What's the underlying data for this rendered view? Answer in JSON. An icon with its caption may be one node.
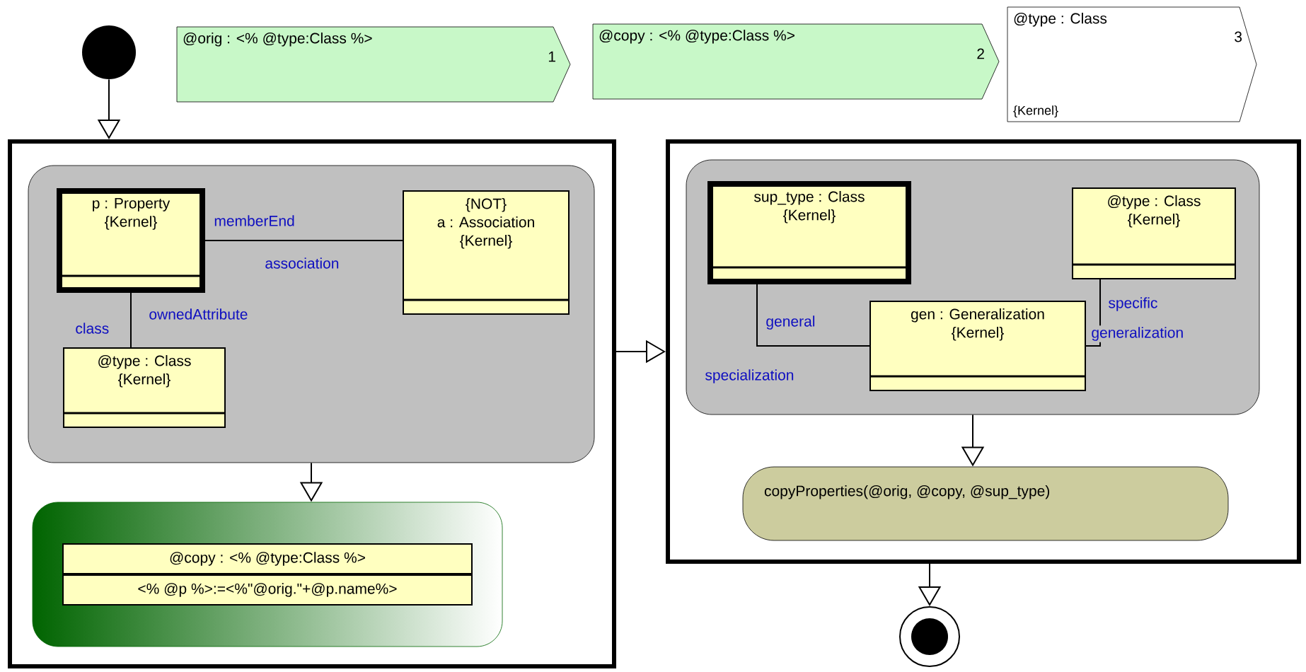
{
  "diagram": {
    "nodes": [
      {
        "text": [],
        "shape": "circle"
      },
      {
        "text": [
          "@orig : <% @type:Class %>",
          "1"
        ]
      },
      {
        "text": [
          "@copy : <% @type:Class %>",
          "2"
        ]
      },
      {
        "text": [
          "@type : Class",
          "3",
          "{Kernel}"
        ]
      },
      {
        "text": [],
        "shape": "box"
      },
      {
        "text": [],
        "shape": "box",
        "in": 4
      },
      {
        "text": [
          "p : Property",
          "{Kernel}"
        ],
        "in": 5
      },
      {
        "text": [
          "{NOT}",
          "a : Association",
          "{Kernel}"
        ],
        "in": 5
      },
      {
        "text": [
          "@type : Class",
          "{Kernel}"
        ],
        "in": 5
      },
      {
        "text": [
          "@copy : <% @type:Class %>",
          "<% @p %>:=<%\"@orig.\"+@p.name%>"
        ],
        "in": 4
      },
      {
        "text": [],
        "shape": "box"
      },
      {
        "text": [],
        "shape": "box",
        "in": 10
      },
      {
        "text": [
          "sup_type : Class",
          "{Kernel}"
        ],
        "in": 11
      },
      {
        "text": [
          "@type : Class",
          "{Kernel}"
        ],
        "in": 11
      },
      {
        "text": [
          "gen : Generalization",
          "{Kernel}"
        ],
        "in": 11
      },
      {
        "text": [
          "copyProperties(@orig, @copy, @sup_type)"
        ],
        "in": 10
      },
      {
        "text": [],
        "shape": "circle"
      }
    ],
    "edges": [
      {
        "from": 0,
        "to": 4,
        "arrow": "to"
      },
      {
        "from": 4,
        "to": 10,
        "arrow": "to"
      },
      {
        "from": 5,
        "to": 9,
        "arrow": "to"
      },
      {
        "from": 11,
        "to": 15,
        "arrow": "to"
      },
      {
        "from": 10,
        "to": 16,
        "arrow": "to"
      },
      {
        "from": 6,
        "to": 7,
        "arrow": "none",
        "label": "memberEnd"
      },
      {
        "from": 6,
        "to": 8,
        "arrow": "none",
        "label": "ownedAttribute"
      },
      {
        "from": 12,
        "to": 14,
        "arrow": "none",
        "label": "general"
      },
      {
        "from": 13,
        "to": 14,
        "arrow": "none",
        "label": "specific"
      }
    ],
    "labels": [
      "association",
      "class",
      "specialization",
      "generalization"
    ]
  }
}
